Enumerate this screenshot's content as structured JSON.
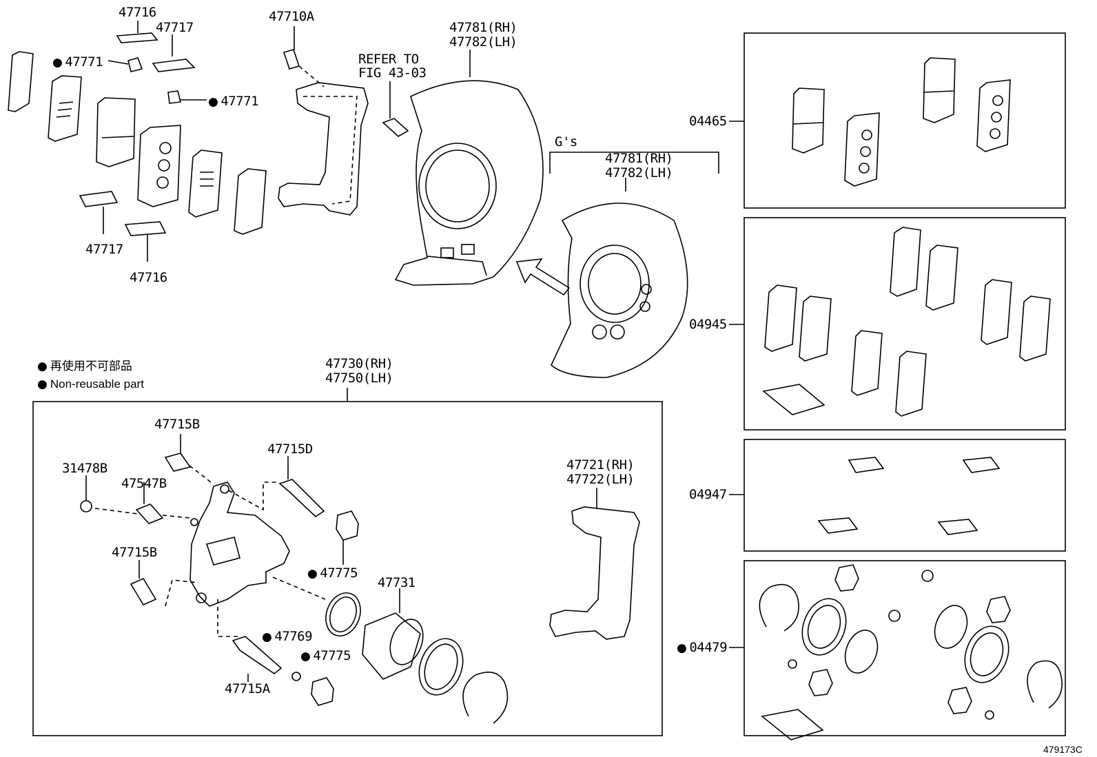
{
  "legend": {
    "japanese": "再使用不可部品",
    "english": "Non-reusable part"
  },
  "diagram_code": "479173C",
  "refer": {
    "line1": "REFER TO",
    "line2": "FIG 43-03"
  },
  "gs_label": "G's",
  "labels": {
    "p47716_top": "47716",
    "p47717_top": "47717",
    "p47771_left": "47771",
    "p47771_right": "47771",
    "p47717_bottom": "47717",
    "p47716_bottom": "47716",
    "p47710A": "47710A",
    "p47781_rh_a": "47781(RH)",
    "p47782_lh_a": "47782(LH)",
    "p47781_rh_b": "47781(RH)",
    "p47782_lh_b": "47782(LH)",
    "p47730_rh": "47730(RH)",
    "p47750_lh": "47750(LH)",
    "p47715B_top": "47715B",
    "p31478B": "31478B",
    "p47547B": "47547B",
    "p47715D": "47715D",
    "p47715B_mid": "47715B",
    "p47775_a": "47775",
    "p47731": "47731",
    "p47769": "47769",
    "p47775_b": "47775",
    "p47715A": "47715A",
    "p47721_rh": "47721(RH)",
    "p47722_lh": "47722(LH)",
    "k04465": "04465",
    "k04945": "04945",
    "k04947": "04947",
    "k04479": "04479"
  }
}
